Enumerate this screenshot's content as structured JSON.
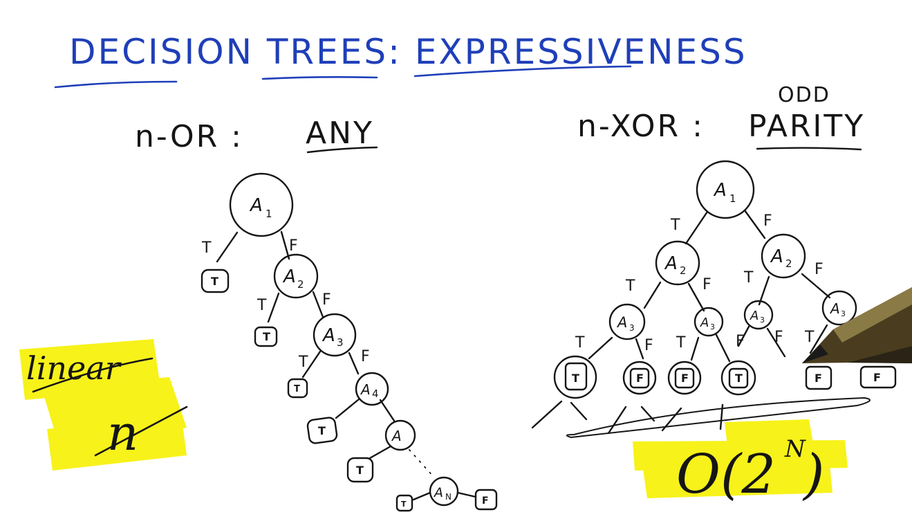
{
  "title": "DECISION TREES: EXPRESSIVENESS",
  "left": {
    "heading_prefix": "n-OR :",
    "heading_word": "ANY",
    "note_word": "linear",
    "note_value": "n",
    "nodes": [
      {
        "label": "A",
        "sub": "1"
      },
      {
        "label": "A",
        "sub": "2"
      },
      {
        "label": "A",
        "sub": "3"
      },
      {
        "label": "A",
        "sub": "4"
      },
      {
        "label": "A",
        "sub": ""
      },
      {
        "label": "A",
        "sub": "N"
      }
    ],
    "edge_true": "T",
    "edge_false": "F",
    "leaf_true": "T",
    "leaf_false": "F"
  },
  "right": {
    "heading_prefix": "n-XOR :",
    "heading_word": "PARITY",
    "heading_annotation": "ODD",
    "complexity": "O(2",
    "complexity_exp": "N",
    "complexity_close": ")",
    "root": {
      "label": "A",
      "sub": "1"
    },
    "level2": [
      {
        "label": "A",
        "sub": "2"
      },
      {
        "label": "A",
        "sub": "2"
      }
    ],
    "level3": [
      {
        "label": "A",
        "sub": "3"
      },
      {
        "label": "A",
        "sub": "3"
      },
      {
        "label": "A",
        "sub": "3"
      },
      {
        "label": "A",
        "sub": "3"
      }
    ],
    "leaves": [
      "T",
      "F",
      "F",
      "T",
      "F",
      "F"
    ],
    "edge_true": "T",
    "edge_false": "F"
  },
  "colors": {
    "title_ink": "#1f3fb8",
    "ink": "#151515",
    "highlight": "#f7f21a"
  }
}
